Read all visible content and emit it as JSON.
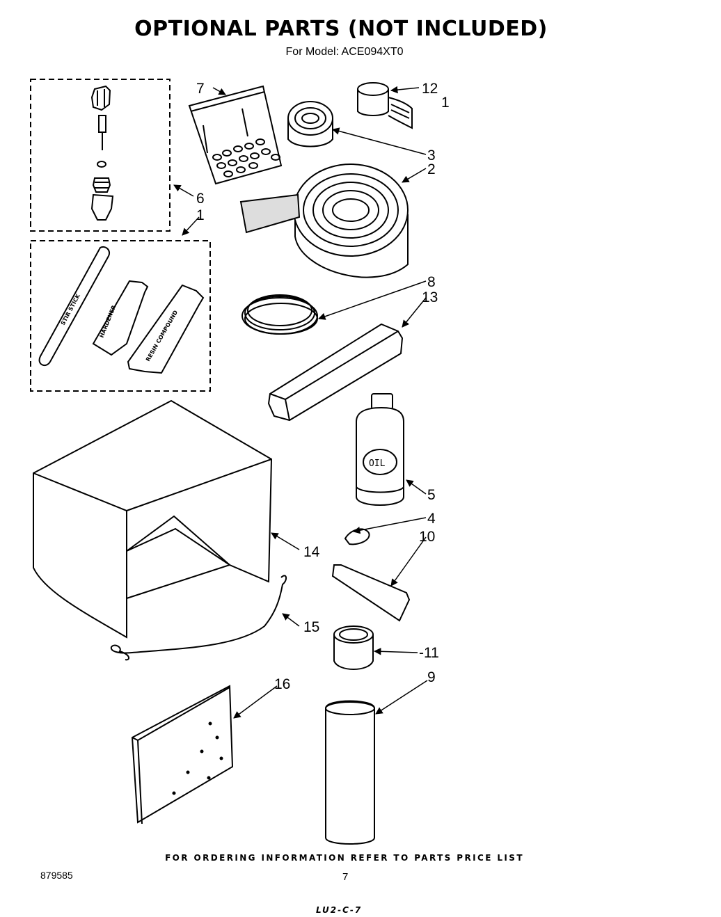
{
  "header": {
    "title": "OPTIONAL PARTS  (NOT INCLUDED)",
    "model_line": "For Model: ACE094XT0"
  },
  "callouts": {
    "c1": "1",
    "c2": "2",
    "c3": "3",
    "c4": "4",
    "c5": "5",
    "c6": "6",
    "c7": "7",
    "c8": "8",
    "c9": "9",
    "c10": "10",
    "c11": "-11",
    "c12": "12",
    "c12_sub": "1",
    "c13": "13",
    "c14": "14",
    "c15": "15",
    "c16": "16"
  },
  "part_labels": {
    "stir_stick": "STIR STICK",
    "hardener": "HARDENER",
    "resin_compound": "RESIN COMPOUND",
    "oil": "OIL"
  },
  "footer": {
    "ordering_note": "FOR ORDERING INFORMATION REFER TO PARTS PRICE LIST",
    "doc_number": "879585",
    "page_number": "7",
    "stamp": "LU2-C-7"
  }
}
